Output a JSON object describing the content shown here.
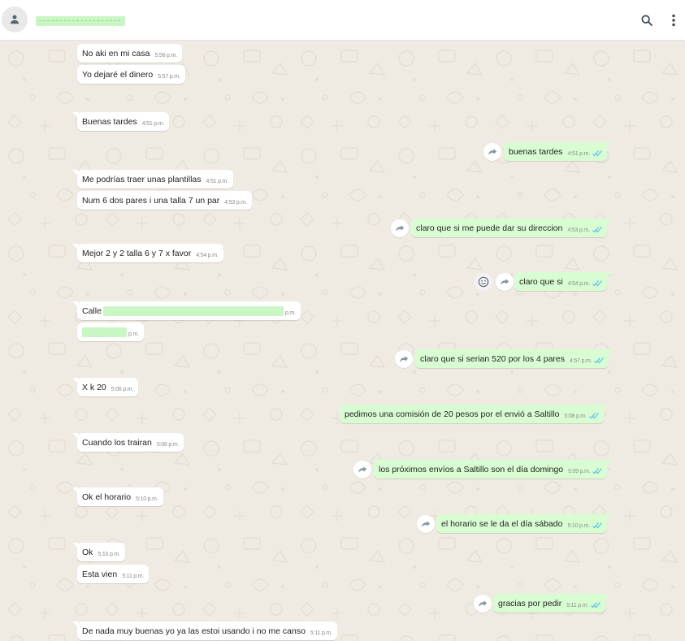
{
  "header": {
    "contact_name": "",
    "contact_name_redacted": true,
    "icons": {
      "avatar": "person-icon",
      "search": "search-icon",
      "menu": "kebab-menu-icon"
    }
  },
  "colors": {
    "chat_bg": "#efeae2",
    "incoming_bubble": "#ffffff",
    "outgoing_bubble": "#d9fdd3",
    "read_ticks": "#53bdeb",
    "redaction": "#c9f7c4"
  },
  "messages": [
    {
      "dir": "in",
      "text": "No aki en mi casa",
      "time": "5:56 p.m."
    },
    {
      "dir": "in",
      "text": "Yo dejaré el dinero",
      "time": "5:57 p.m."
    },
    {
      "dir": "in",
      "text": "Buenas tardes",
      "time": "4:51 p.m."
    },
    {
      "dir": "out",
      "text": "buenas tardes",
      "time": "4:51 p.m.",
      "status": "read"
    },
    {
      "dir": "in",
      "text": "Me podrías traer unas plantillas",
      "time": "4:51 p.m."
    },
    {
      "dir": "in",
      "text": "Num 6 dos pares i una talla 7 un par",
      "time": "4:53 p.m."
    },
    {
      "dir": "out",
      "text": "claro que si me puede dar su direccion",
      "time": "4:53 p.m.",
      "status": "read"
    },
    {
      "dir": "in",
      "text": "Mejor 2 y 2 talla 6 y 7 x favor",
      "time": "4:54 p.m."
    },
    {
      "dir": "out",
      "text": "claro que si",
      "time": "4:54 p.m.",
      "status": "read"
    },
    {
      "dir": "in",
      "text": "Calle [redacted]",
      "time": "p.m.",
      "redacted": true
    },
    {
      "dir": "in",
      "text": "[redacted]",
      "time": "p.m.",
      "redacted": true
    },
    {
      "dir": "out",
      "text": "claro que si serian 520 por los 4 pares",
      "time": "4:57 p.m.",
      "status": "read"
    },
    {
      "dir": "in",
      "text": "X k 20",
      "time": "5:06 p.m."
    },
    {
      "dir": "out",
      "text": "pedimos una comisión de 20 pesos por el envió a Saltillo",
      "time": "5:08 p.m.",
      "status": "read"
    },
    {
      "dir": "in",
      "text": "Cuando los trairan",
      "time": "5:08 p.m."
    },
    {
      "dir": "out",
      "text": "los próximos envíos a Saltillo son el día domingo",
      "time": "5:09 p.m.",
      "status": "read"
    },
    {
      "dir": "in",
      "text": "Ok el horario",
      "time": "5:10 p.m."
    },
    {
      "dir": "out",
      "text": "el horario se le da el día sábado",
      "time": "5:10 p.m.",
      "status": "read"
    },
    {
      "dir": "in",
      "text": "Ok",
      "time": "5:10 p.m."
    },
    {
      "dir": "in",
      "text": "Esta vien",
      "time": "5:11 p.m."
    },
    {
      "dir": "out",
      "text": "gracias por pedir",
      "time": "5:11 p.m.",
      "status": "read"
    },
    {
      "dir": "in",
      "text": "De nada muy buenas yo ya las estoi usando i no me canso",
      "time": "5:11 p.m."
    }
  ],
  "calle_label": "Calle"
}
